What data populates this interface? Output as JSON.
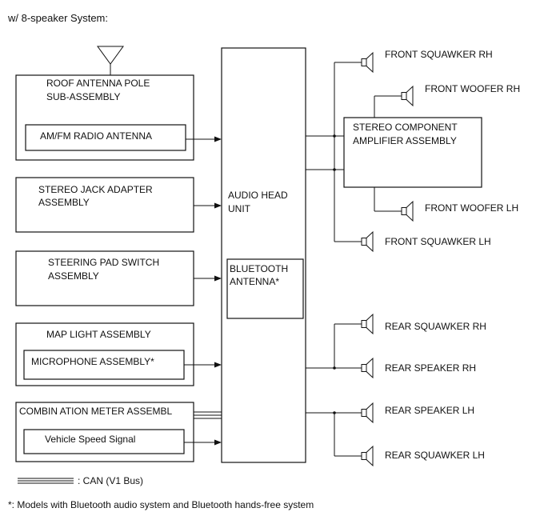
{
  "header": {
    "title": "w/ 8-speaker System:"
  },
  "blocks": {
    "roof_antenna": {
      "line1": "ROOF ANTENNA POLE",
      "line2": "SUB-ASSEMBLY"
    },
    "am_fm_antenna": {
      "label": "AM/FM RADIO ANTENNA"
    },
    "stereo_jack": {
      "line1": "STEREO JACK ADAPTER",
      "line2": "ASSEMBLY"
    },
    "steering_pad": {
      "line1": "STEERING PAD SWITCH",
      "line2": "ASSEMBLY"
    },
    "map_light": {
      "label": "MAP LIGHT ASSEMBLY"
    },
    "microphone": {
      "label": "MICROPHONE ASSEMBLY*"
    },
    "combination_meter": {
      "label": "COMBIN ATION METER ASSEMBL"
    },
    "vehicle_speed": {
      "label": "Vehicle Speed Signal"
    },
    "audio_head": {
      "line1": "AUDIO HEAD",
      "line2": "UNIT"
    },
    "bluetooth_antenna": {
      "line1": "BLUETOOTH",
      "line2": "ANTENNA*"
    },
    "stereo_amp": {
      "line1": "STEREO COMPONENT",
      "line2": "AMPLIFIER ASSEMBLY"
    }
  },
  "speakers": {
    "front_squawker_rh": "FRONT SQUAWKER RH",
    "front_woofer_rh": "FRONT WOOFER RH",
    "front_woofer_lh": "FRONT WOOFER LH",
    "front_squawker_lh": "FRONT SQUAWKER LH",
    "rear_squawker_rh": "REAR SQUAWKER RH",
    "rear_speaker_rh": "REAR SPEAKER RH",
    "rear_speaker_lh": "REAR SPEAKER LH",
    "rear_squawker_lh": "REAR SQUAWKER LH"
  },
  "legend": {
    "can_label": ": CAN (V1 Bus)"
  },
  "footnote": {
    "text": "*: Models with Bluetooth audio system and Bluetooth hands-free system"
  }
}
